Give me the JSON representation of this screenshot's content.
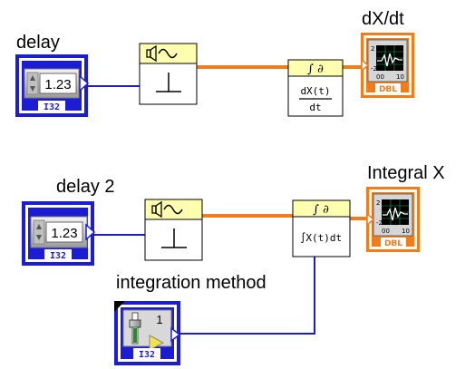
{
  "labels": {
    "delay": "delay",
    "delay2": "delay 2",
    "dxdt": "dX/dt",
    "integral": "Integral X",
    "integration_method": "integration method"
  },
  "controls": {
    "delay_value": "1.23",
    "delay2_value": "1.23",
    "delay_type": "I32",
    "delay2_type": "I32",
    "method_type": "I32",
    "method_value": "1"
  },
  "indicators": {
    "dxdt_type": "DBL",
    "integral_type": "DBL"
  },
  "functions": {
    "derivative_title": "∫ ∂",
    "derivative_body": "dX(t)",
    "derivative_den": "dt",
    "integral_title": "∫ ∂",
    "integral_body": "∫X(t)dt"
  },
  "colors": {
    "int_wire": "#1f1fbf",
    "dbl_wire": "#f07c1c",
    "int_border": "#1c1cd4",
    "dbl_border": "#f07c1c",
    "func_header": "#ffffb0"
  },
  "icons": {
    "sim_signal": "speaker-sine-icon",
    "graph": "waveform-graph-icon",
    "slide": "vertical-slide-icon"
  }
}
